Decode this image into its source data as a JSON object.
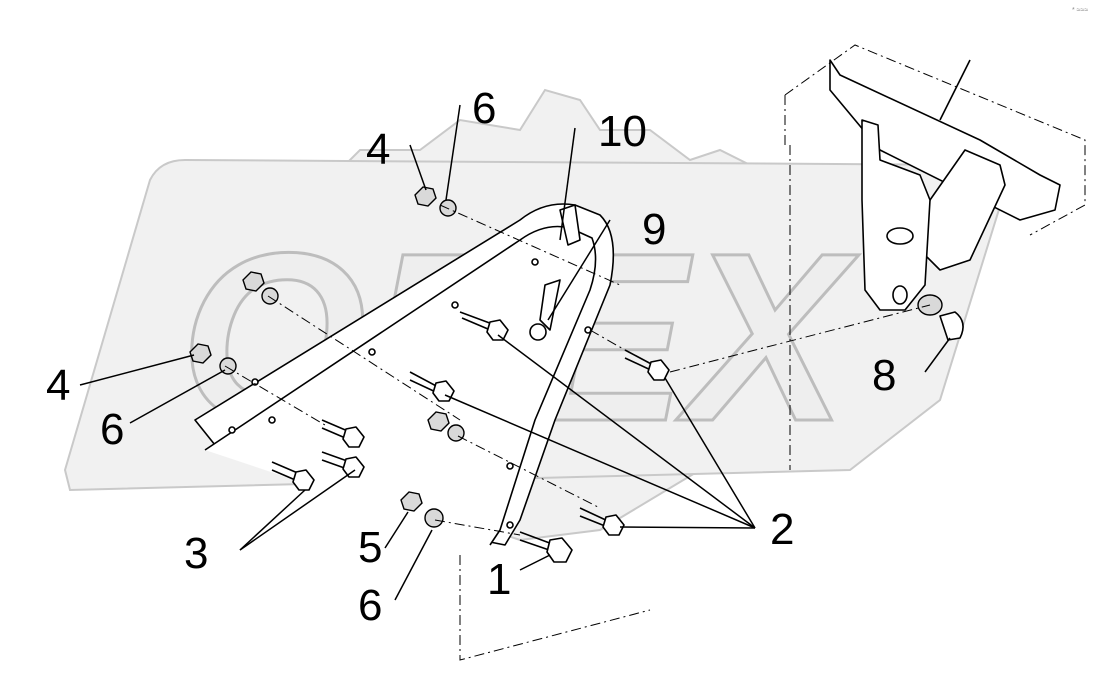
{
  "watermark": {
    "text": "OPEX",
    "gear": "gear-watermark"
  },
  "corner_mark": "* ≈≈≈",
  "callouts": [
    {
      "id": "c1",
      "label": "1"
    },
    {
      "id": "c2",
      "label": "2"
    },
    {
      "id": "c3",
      "label": "3"
    },
    {
      "id": "c4a",
      "label": "4"
    },
    {
      "id": "c4b",
      "label": "4"
    },
    {
      "id": "c5",
      "label": "5"
    },
    {
      "id": "c6a",
      "label": "6"
    },
    {
      "id": "c6b",
      "label": "6"
    },
    {
      "id": "c6c",
      "label": "6"
    },
    {
      "id": "c8",
      "label": "8"
    },
    {
      "id": "c9",
      "label": "9"
    },
    {
      "id": "c10",
      "label": "10"
    }
  ]
}
